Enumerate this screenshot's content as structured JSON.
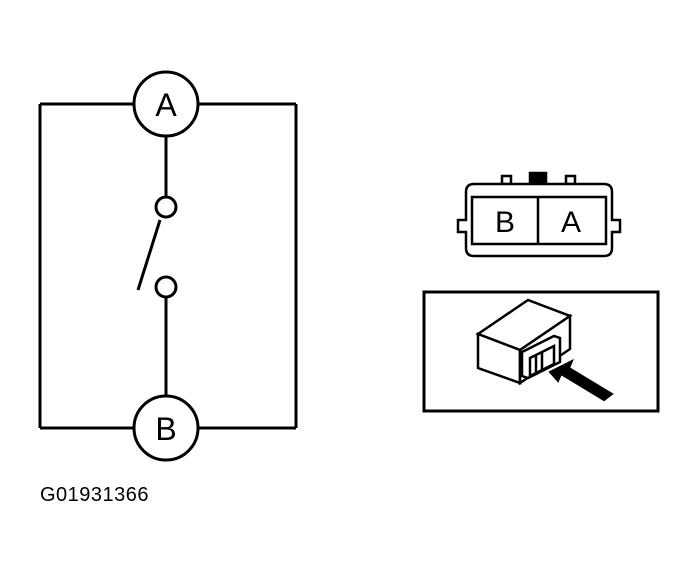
{
  "diagram": {
    "terminal_a_label": "A",
    "terminal_b_label": "B",
    "connector_pin_b_label": "B",
    "connector_pin_a_label": "A",
    "figure_id": "G01931366"
  }
}
